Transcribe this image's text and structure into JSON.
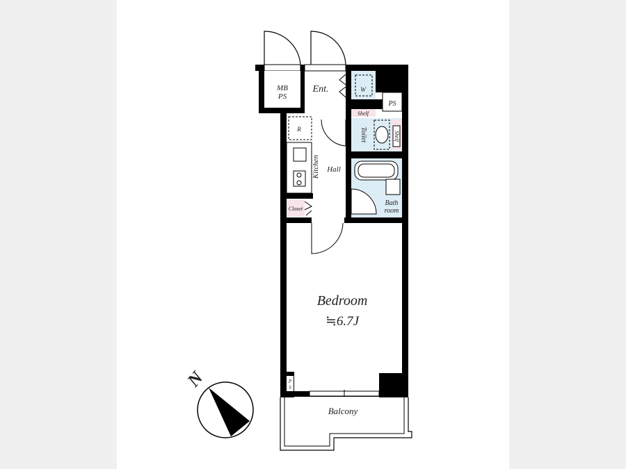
{
  "rooms": {
    "mbps": [
      "MB",
      "PS"
    ],
    "entrance": "Ent.",
    "washer": "W",
    "ps_top": "PS",
    "shelf_top": "Shelf",
    "toilet": "Toilet",
    "shelf_toilet": "Shelf",
    "refrigerator": "R",
    "kitchen": "Kitchen",
    "hall": "Hall",
    "bathroom": [
      "Bath",
      "room"
    ],
    "closet": "Closet",
    "bedroom": "Bedroom",
    "bedroom_size": "≒6.7J",
    "ps_bottom": [
      "P",
      "S"
    ],
    "balcony": "Balcony"
  },
  "compass": {
    "label": "N"
  },
  "colors": {
    "wet_area": "#dcedf6",
    "storage": "#f7e3ea",
    "wall": "#000000"
  }
}
